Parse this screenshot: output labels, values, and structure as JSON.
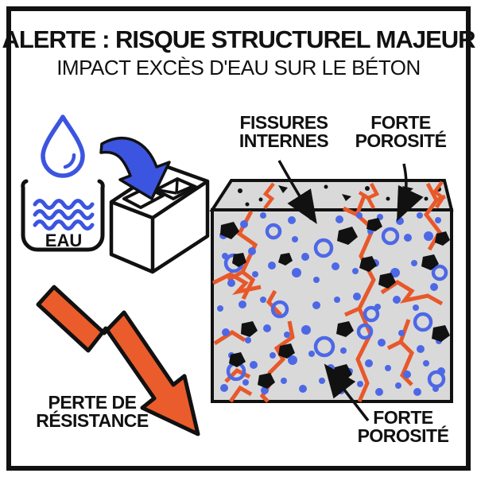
{
  "header": {
    "title": "ALERTE : RISQUE STRUCTUREL MAJEUR",
    "subtitle": "IMPACT EXCÈS D'EAU SUR LE BÉTON"
  },
  "left_panel": {
    "water_label": "EAU"
  },
  "annotations": {
    "fissures": {
      "line1": "FISSURES",
      "line2": "INTERNES"
    },
    "porosite_top": {
      "line1": "FORTE",
      "line2": "POROSITÉ"
    },
    "porosite_bottom": {
      "line1": "FORTE",
      "line2": "POROSITÉ"
    },
    "perte": {
      "line1": "PERTE DE",
      "line2": "RÉSISTANCE"
    }
  },
  "colors": {
    "accent_blue": "#3c55e0",
    "pore_blue": "#4d68e6",
    "crack_orange": "#e8582a",
    "arrow_orange": "#ea5c2b",
    "concrete_gray": "#d9d9d9",
    "outline_black": "#111111"
  }
}
